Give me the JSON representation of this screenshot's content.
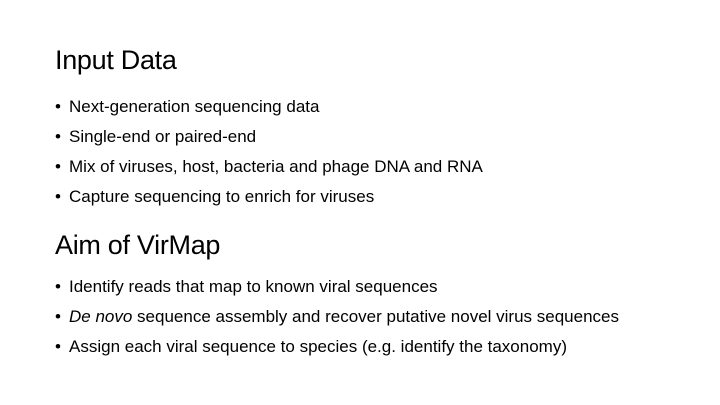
{
  "sections": [
    {
      "title": "Input Data",
      "bullets": [
        "Next-generation sequencing data",
        "Single-end or paired-end",
        "Mix of viruses, host, bacteria and phage DNA and RNA",
        "Capture sequencing to enrich for viruses"
      ]
    },
    {
      "title": "Aim of VirMap",
      "bullets": [
        "Identify reads that map to known viral sequences",
        {
          "italic": "De novo",
          "rest": " sequence assembly and recover putative novel virus sequences"
        },
        "Assign each viral sequence to species (e.g. identify the taxonomy)"
      ]
    }
  ],
  "bullet_glyph": "•"
}
